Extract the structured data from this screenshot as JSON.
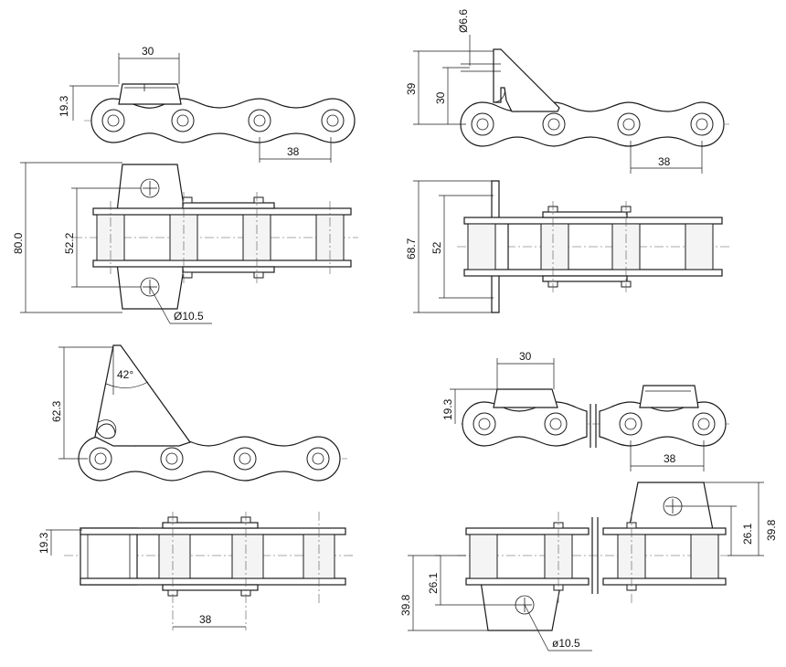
{
  "views": {
    "tl": {
      "pitch_label": "30",
      "height_label": "19.3",
      "spacing_label": "38"
    },
    "tr": {
      "hole_label": "Ø6.6",
      "height_label": "39",
      "hole_height_label": "30",
      "spacing_label": "38"
    },
    "ml": {
      "height_label": "80.0",
      "width_label": "52.2",
      "hole_label": "Ø10.5"
    },
    "mr": {
      "height_label": "68.7",
      "width_label": "52"
    },
    "bl": {
      "height_label": "62.3",
      "angle_label": "42°"
    },
    "blb": {
      "offset_label": "19.3",
      "spacing_label": "38"
    },
    "br": {
      "pitch_label": "30",
      "height_label": "19.3",
      "spacing_label": "38"
    },
    "brb": {
      "right_inner_label": "26.1",
      "right_outer_label": "39.8",
      "left_inner_label": "26.1",
      "left_outer_label": "39.8",
      "hole_label": "ø10.5"
    }
  }
}
